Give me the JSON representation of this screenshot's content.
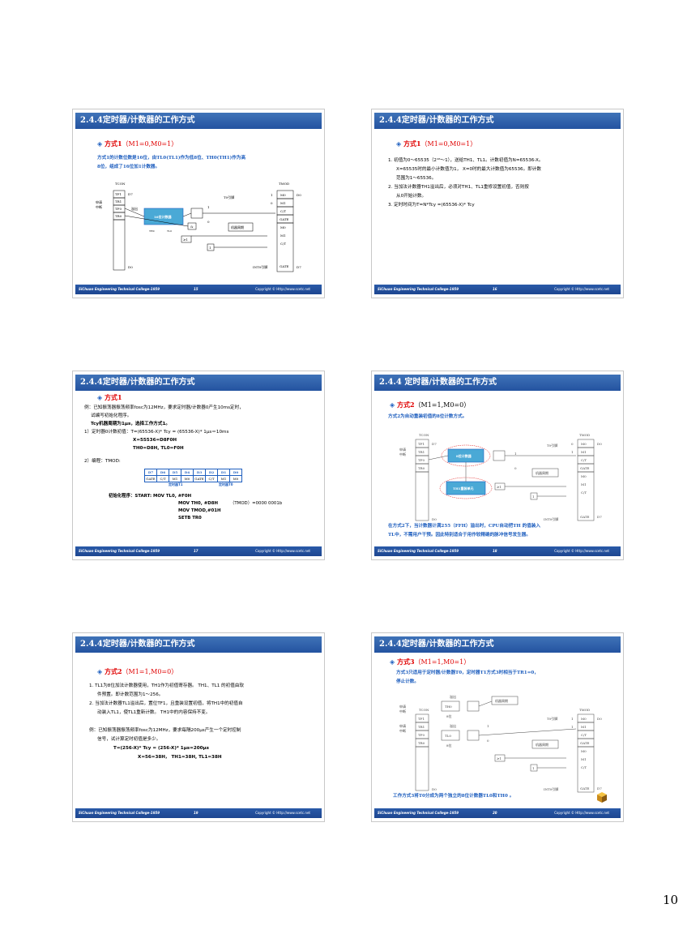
{
  "page_number": "10",
  "footer": {
    "org": "SiChuan Engineering Technical College-1959",
    "copyright": "Copyright © Http://www.scetc.net"
  },
  "slides": [
    {
      "title": "2.4.4定时器/计数器的工作方式",
      "page": "15",
      "sub_kw": "方式1",
      "sub_paren": "（M1=0,M0=1）",
      "lines": [
        "方式1的计数位数是16位，由TL0(TL1)作为低8位、TH0(TH1)作为高",
        "8位，组成了16位加1计数器。"
      ],
      "diagram": {
        "tcon": "TCON",
        "tmod": "TMOD",
        "req": "申请",
        "int": "中断",
        "tf1": "TF1",
        "tr1": "TR1",
        "tf0": "TF0",
        "tr0": "TR0",
        "d7": "D7",
        "d0": "D0",
        "counter": "16位计数器",
        "t0pin": "T0引脚",
        "cycle": "机器周期",
        "int0": "INT0引脚",
        "m0": "M0",
        "m1": "M1",
        "ct": "C/T",
        "gate": "GATE",
        "one": "1",
        "zero": "0",
        "ge1": "≥1",
        "amp": "&",
        "tl0": "TL0",
        "th0": "TH0",
        "overflow": "溢出"
      }
    },
    {
      "title": "2.4.4定时器/计数器的工作方式",
      "page": "16",
      "sub_kw": "方式1",
      "sub_paren": "（M1=0,M0=1）",
      "lines": [
        "1. 初值为0～65535（2¹⁶～1），送给TH1、TL1。计数初值为N=65536-X。",
        "X=65535时的最小计数值为1， X=0时的最大计数值为65536。即计数",
        "范围为1～65536。",
        "2. 当加法计数器TH1溢出后，必须对TH1、TL1重修设置初值，否则按",
        "从0开始计数。",
        "3. 定时时间为T=N*Tcy =(65536-X)* Tcy"
      ]
    },
    {
      "title": "2.4.4定时器/计数器的工作方式",
      "page": "17",
      "sub_kw": "方式1",
      "lines": [
        "例：已知振荡器振荡频率fosc为12MHz，要求定时器/计数器0产生10ms定时，",
        "试编写初始化程序。",
        "Tcy机器周期为1μs，选择工作方式1。",
        "1）定时器0计数初值：T=(65536-X)* Tcy = (65536-X)* 1μs＝10ms",
        "X=55536=D8F0H",
        "TH0=D8H, TL0=F0H",
        "2）编程：TMOD:"
      ],
      "reg_bits": [
        "D7",
        "D6",
        "D5",
        "D4",
        "D3",
        "D2",
        "D1",
        "D0"
      ],
      "reg_names": [
        "GATE",
        "C/T",
        "M1",
        "M0",
        "GATE",
        "C/T",
        "M1",
        "M0"
      ],
      "reg_t1": "定时器T1",
      "reg_t0": "定时器T0",
      "prog": [
        "初始化程序：START: MOV TL0, #F0H",
        "MOV TH0, #D8H",
        "（TMOD）=0000 0001b",
        "MOV TMOD,#01H",
        "SETB TR0"
      ]
    },
    {
      "title": "2.4.4 定时器/计数器的工作方式",
      "page": "18",
      "sub_kw": "方式2",
      "sub_paren": "（M1=1,M0=0）",
      "lines": [
        "方式2为自动重装初值的8位计数方式。"
      ],
      "bottom": [
        "在方式2下，当计数器计满255（FFH）溢出时，CPU自动把TH 的值装入",
        "TL中，不需用户干预。因此特别适合于用作较精确的脉冲信号发生器。"
      ],
      "counter": "8位计数器",
      "reload": "TH1重装单元"
    },
    {
      "title": "2.4.4定时器/计数器的工作方式",
      "page": "19",
      "sub_kw": "方式2",
      "sub_paren": "（M1=1,M0=0）",
      "lines": [
        "1. TL1为8位加法计数器使用，TH1作为初值寄存器。 TH1、TL1 的初值由软",
        "件预置。即计数范围为1～256。",
        "2. 当加法计数器TL1溢出后，置位TF1，且重装设置初值，将TH1中的初值自",
        "动装入TL1，使TL1重新计数。 TH1中的内容保持不变。",
        "",
        "例：已知振荡器振荡频率fosc为12MHz，要求每隔200μs产生一个定时控制",
        "信号，试计算定时初值是多少。",
        "T=(256-X)* Tcy = (256-X)* 1μs=200μs",
        "X=56=38H，        TH1=38H, TL1=38H"
      ]
    },
    {
      "title": "2.4.4定时器/计数器的工作方式",
      "page": "20",
      "sub_kw": "方式3",
      "sub_paren": "（M1=1,M0=1）",
      "lines": [
        "方式3只适用于定时器/计数器T0，定时器T1方式3时相当于TR1=0，",
        "停止计数。"
      ],
      "bottom": [
        "工作方式3将T0分成为两个独立的8位计数器TL0和TH0 。"
      ],
      "bit8": "8位"
    }
  ]
}
